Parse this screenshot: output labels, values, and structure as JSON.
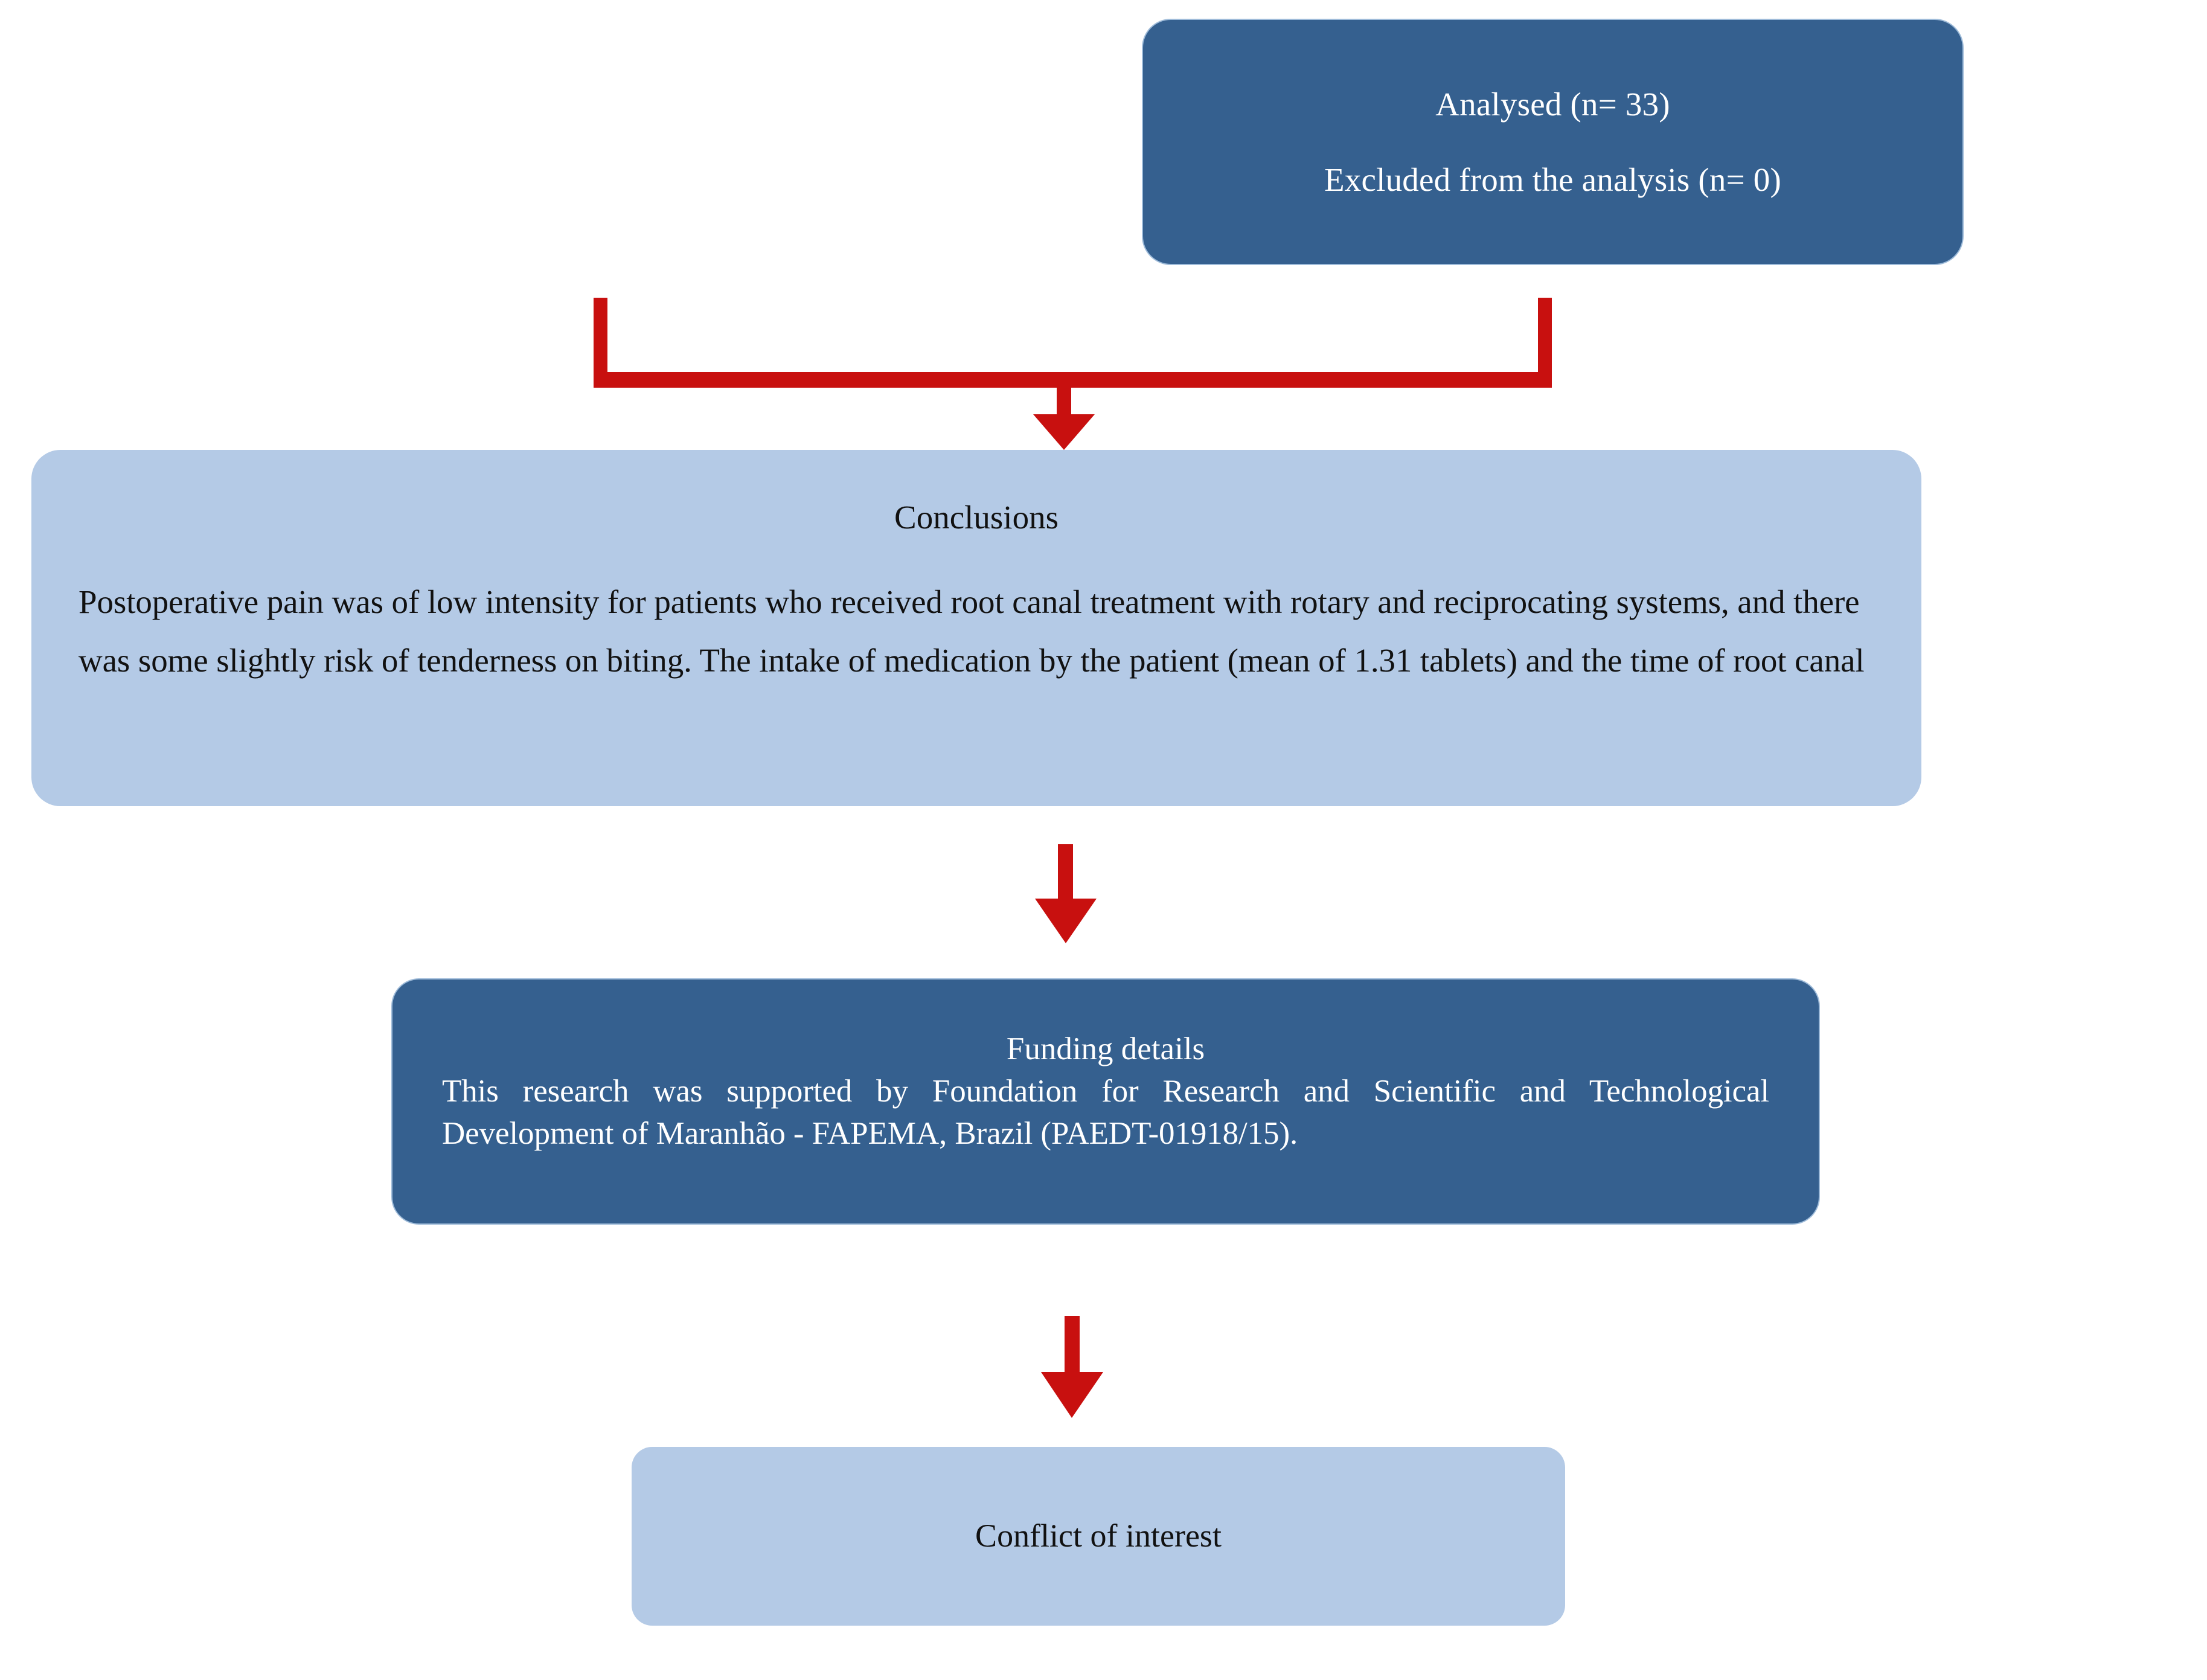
{
  "diagram": {
    "type": "flowchart",
    "orientation": "top-to-bottom",
    "palette": {
      "dark_node_fill": "#35608f",
      "dark_node_text": "#ffffff",
      "light_node_fill": "#b4cae6",
      "light_node_text": "#111111",
      "connector_red": "#c8100f",
      "page_background": "#ffffff"
    },
    "nodes": [
      {
        "id": "analysed",
        "style": "dark",
        "lines": [
          "Analysed (n= 33)",
          "Excluded from the analysis (n= 0)"
        ]
      },
      {
        "id": "conclusions",
        "style": "light",
        "title": "Conclusions",
        "body": "Postoperative pain was of low intensity for patients who received root canal treatment with rotary and reciprocating systems, and there was some slightly risk of tenderness on biting. The intake of medication by the patient (mean of 1.31 tablets) and the time of root canal"
      },
      {
        "id": "funding",
        "style": "dark",
        "title": "Funding details",
        "body": "This research was supported by Foundation for Research and Scientific and Technological Development of Maranhão - FAPEMA, Brazil (PAEDT-01918/15)."
      },
      {
        "id": "conflict",
        "style": "light",
        "title": "Conflict of interest"
      }
    ],
    "connectors": [
      {
        "id": "analysed-to-conclusions",
        "shape": "bracket-down-arrow",
        "color": "#c8100f"
      },
      {
        "id": "conclusions-to-funding",
        "shape": "down-arrow",
        "color": "#c8100f"
      },
      {
        "id": "funding-to-conflict",
        "shape": "down-arrow",
        "color": "#c8100f"
      }
    ]
  }
}
